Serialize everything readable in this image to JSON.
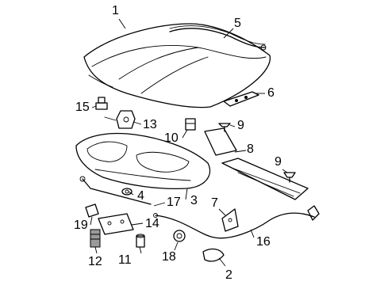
{
  "callouts": [
    {
      "key": "c1",
      "text": "1"
    },
    {
      "key": "c2",
      "text": "2"
    },
    {
      "key": "c3",
      "text": "3"
    },
    {
      "key": "c4",
      "text": "4"
    },
    {
      "key": "c5",
      "text": "5"
    },
    {
      "key": "c6",
      "text": "6"
    },
    {
      "key": "c7",
      "text": "7"
    },
    {
      "key": "c8",
      "text": "8"
    },
    {
      "key": "c9a",
      "text": "9"
    },
    {
      "key": "c9b",
      "text": "9"
    },
    {
      "key": "c10",
      "text": "10"
    },
    {
      "key": "c11",
      "text": "11"
    },
    {
      "key": "c12",
      "text": "12"
    },
    {
      "key": "c13",
      "text": "13"
    },
    {
      "key": "c14",
      "text": "14"
    },
    {
      "key": "c15",
      "text": "15"
    },
    {
      "key": "c16",
      "text": "16"
    },
    {
      "key": "c17",
      "text": "17"
    },
    {
      "key": "c18",
      "text": "18"
    },
    {
      "key": "c19",
      "text": "19"
    }
  ]
}
